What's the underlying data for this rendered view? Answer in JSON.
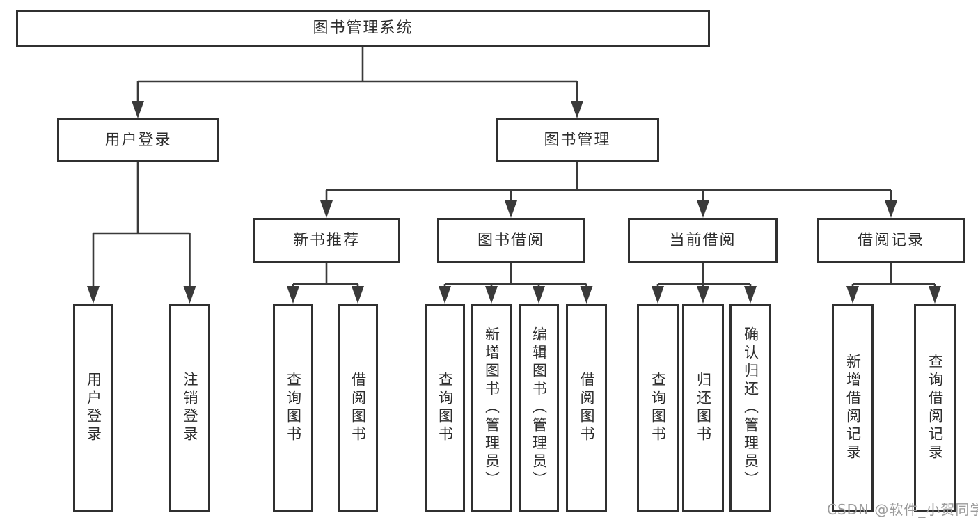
{
  "diagram": {
    "type": "tree",
    "tree": {
      "label": "图书管理系统",
      "children": [
        {
          "label": "用户登录",
          "children": [
            {
              "label": "用户登录"
            },
            {
              "label": "注销登录"
            }
          ]
        },
        {
          "label": "图书管理",
          "children": [
            {
              "label": "新书推荐",
              "children": [
                {
                  "label": "查询图书"
                },
                {
                  "label": "借阅图书"
                }
              ]
            },
            {
              "label": "图书借阅",
              "children": [
                {
                  "label": "查询图书"
                },
                {
                  "label": "新增图书（管理员）"
                },
                {
                  "label": "编辑图书（管理员）"
                },
                {
                  "label": "借阅图书"
                }
              ]
            },
            {
              "label": "当前借阅",
              "children": [
                {
                  "label": "查询图书"
                },
                {
                  "label": "归还图书"
                },
                {
                  "label": "确认归还（管理员）"
                }
              ]
            },
            {
              "label": "借阅记录",
              "children": [
                {
                  "label": "新增借阅记录"
                },
                {
                  "label": "查询借阅记录"
                }
              ]
            }
          ]
        }
      ]
    }
  },
  "watermark": {
    "text": "CSDN @软件_小贺同学"
  },
  "colors": {
    "line": "#3a3a3a",
    "box_border": "#303030",
    "text": "#2d2d2d",
    "watermark": "#9b9b9b",
    "background": "#ffffff"
  }
}
